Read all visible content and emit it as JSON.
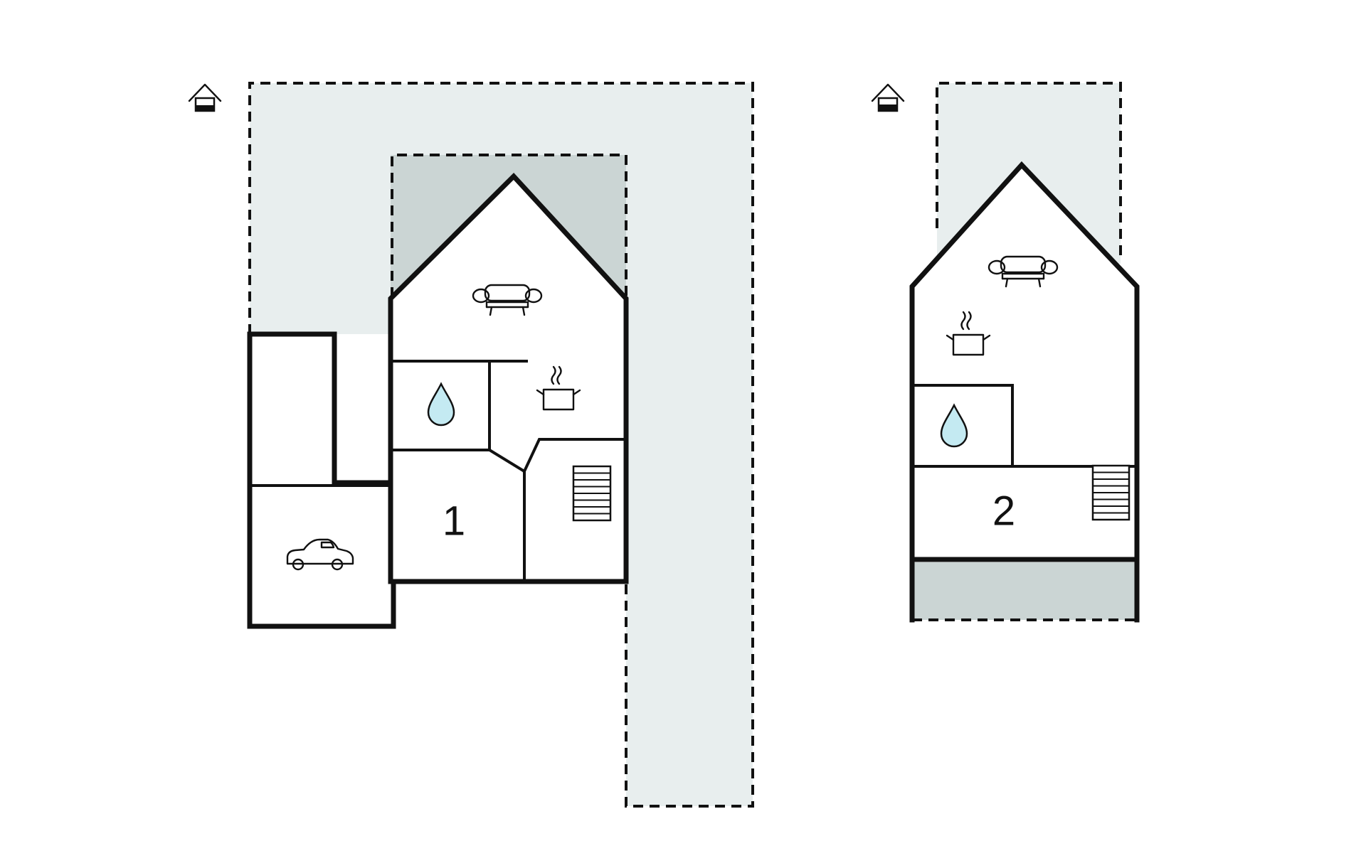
{
  "floors": [
    {
      "id": "floor-1",
      "label": "1"
    },
    {
      "id": "floor-2",
      "label": "2"
    }
  ],
  "colors": {
    "wall": "#111111",
    "terrace": "#e8eeee",
    "covered_terrace": "#cbd5d4",
    "room_fill": "#ffffff",
    "water": "#c4eaf2"
  },
  "icons": [
    "house-entrance-icon",
    "sofa-icon",
    "cooking-pot-icon",
    "water-drop-icon",
    "stairs-icon",
    "car-icon"
  ]
}
